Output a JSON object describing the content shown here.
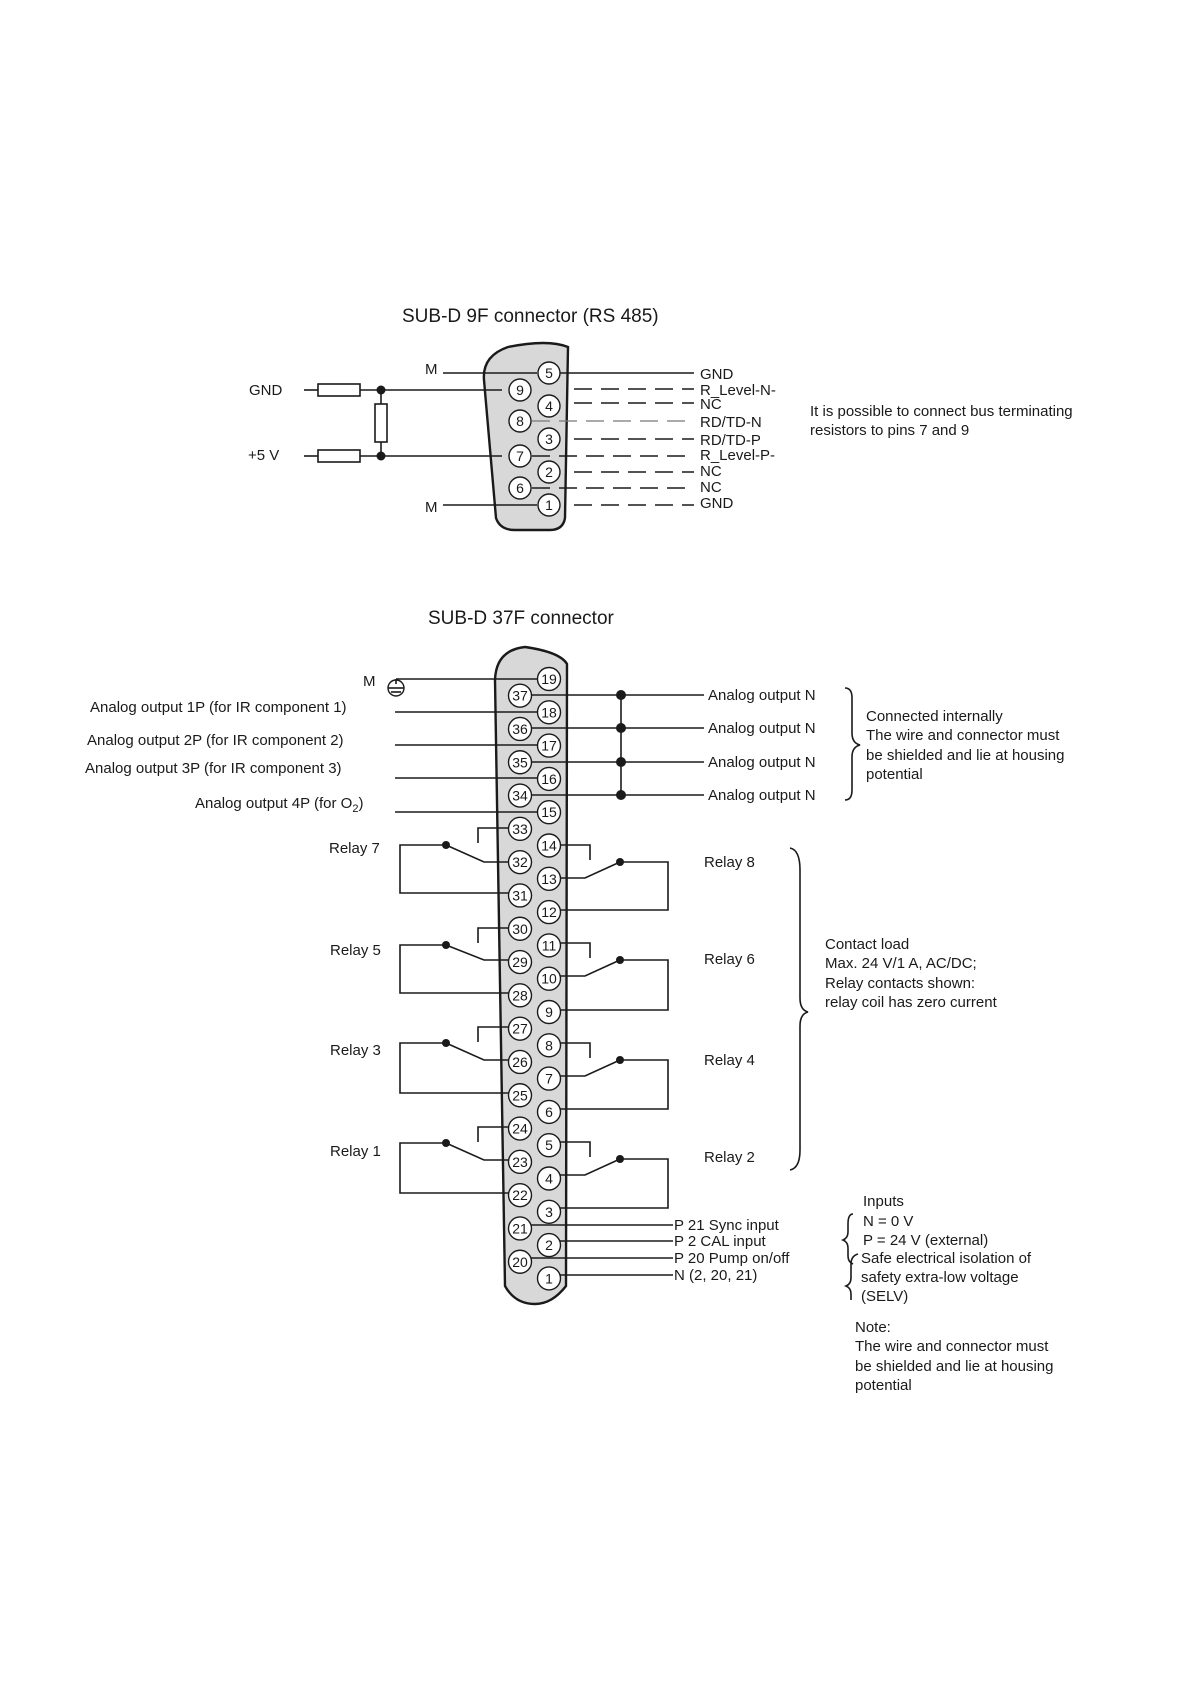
{
  "sub_d_9f": {
    "title": "SUB-D 9F connector (RS 485)",
    "left_gnd": "GND",
    "left_5v": "+5 V",
    "m_top": "M",
    "m_bottom": "M",
    "pins_right": [
      "5",
      "4",
      "3",
      "2",
      "1"
    ],
    "pins_left": [
      "9",
      "8",
      "7",
      "6"
    ],
    "signals": [
      "GND",
      "R_Level-N-",
      "NC",
      "RD/TD-N",
      "RD/TD-P",
      "R_Level-P-",
      "NC",
      "NC",
      "GND"
    ],
    "note_line1": "It is possible to connect bus terminating",
    "note_line2": "resistors to pins 7 and 9"
  },
  "sub_d_37f": {
    "title": "SUB-D 37F connector",
    "m_label": "M",
    "analog_inputs": [
      "Analog output 1P (for IR component 1)",
      "Analog output 2P (for IR component 2)",
      "Analog output 3P (for IR component 3)"
    ],
    "analog_4p_prefix": "Analog output 4P (for O",
    "analog_4p_sub": "2",
    "analog_4p_suffix": ")",
    "analog_outputs": [
      "Analog output N",
      "Analog output N",
      "Analog output N",
      "Analog output N"
    ],
    "internal_note": [
      "Connected internally",
      "The wire and connector must",
      "be shielded and lie at housing",
      "potential"
    ],
    "relays_left": [
      "Relay 7",
      "Relay 5",
      "Relay 3",
      "Relay 1"
    ],
    "relays_right": [
      "Relay 8",
      "Relay 6",
      "Relay 4",
      "Relay 2"
    ],
    "contact_note": [
      "Contact load",
      "Max. 24 V/1 A, AC/DC;",
      "Relay contacts shown:",
      "relay coil has zero current"
    ],
    "pins_right": [
      "19",
      "18",
      "17",
      "16",
      "15",
      "14",
      "13",
      "12",
      "11",
      "10",
      "9",
      "8",
      "7",
      "6",
      "5",
      "4",
      "3",
      "2",
      "1"
    ],
    "pins_left": [
      "37",
      "36",
      "35",
      "34",
      "33",
      "32",
      "31",
      "30",
      "29",
      "28",
      "27",
      "26",
      "25",
      "24",
      "23",
      "22",
      "21",
      "20"
    ],
    "input_signals": [
      "P 21 Sync input",
      "P 2   CAL input",
      "P 20 Pump on/off",
      "N       (2, 20, 21)"
    ],
    "inputs_note": [
      "Inputs",
      "N = 0 V",
      "P = 24 V (external)",
      "Safe electrical isolation of",
      "safety extra-low voltage",
      "(SELV)"
    ],
    "bottom_note": [
      "Note:",
      "The wire and connector must",
      "be shielded and lie at housing",
      "potential"
    ]
  }
}
